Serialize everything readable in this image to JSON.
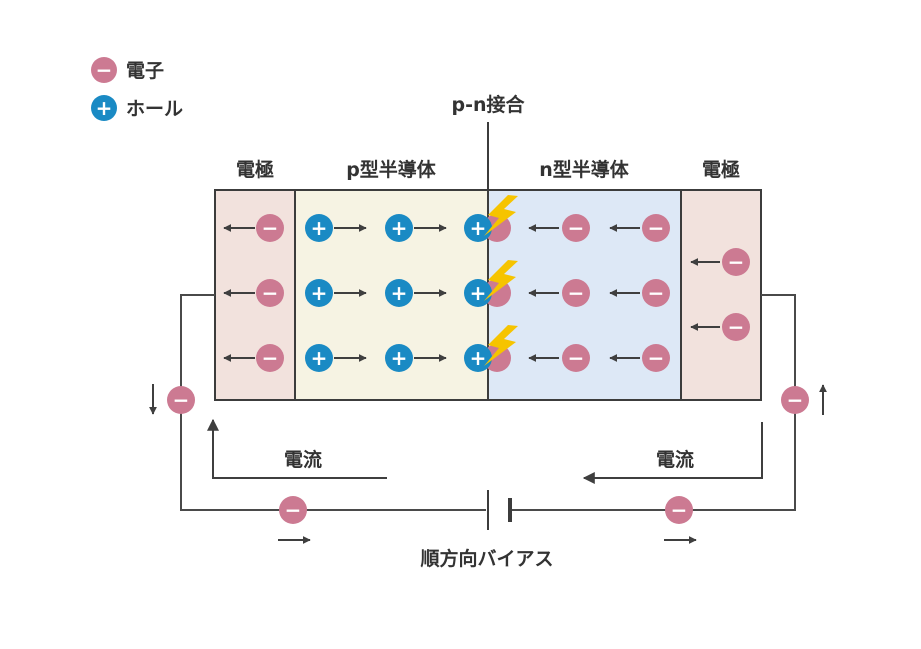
{
  "legend": {
    "electron_label": "電子",
    "hole_label": "ホール"
  },
  "labels": {
    "junction": "p-n接合",
    "electrode_left": "電極",
    "p_type": "p型半導体",
    "n_type": "n型半導体",
    "electrode_right": "電極",
    "current_left": "電流",
    "current_right": "電流",
    "bias": "順方向バイアス"
  },
  "symbols": {
    "electron_sign": "−",
    "hole_sign": "+"
  },
  "colors": {
    "electron": "#cc7a92",
    "hole": "#1a8ac4",
    "electrode_fill": "#f2e2dd",
    "p_fill": "#f6f3e3",
    "n_fill": "#dde8f6",
    "spark": "#f6c400",
    "line": "#4a4a4a",
    "frame": "#3c3c3c"
  },
  "icons": {
    "spark": "lightning-icon",
    "arrow": "arrow-icon",
    "battery": "battery-icon"
  }
}
